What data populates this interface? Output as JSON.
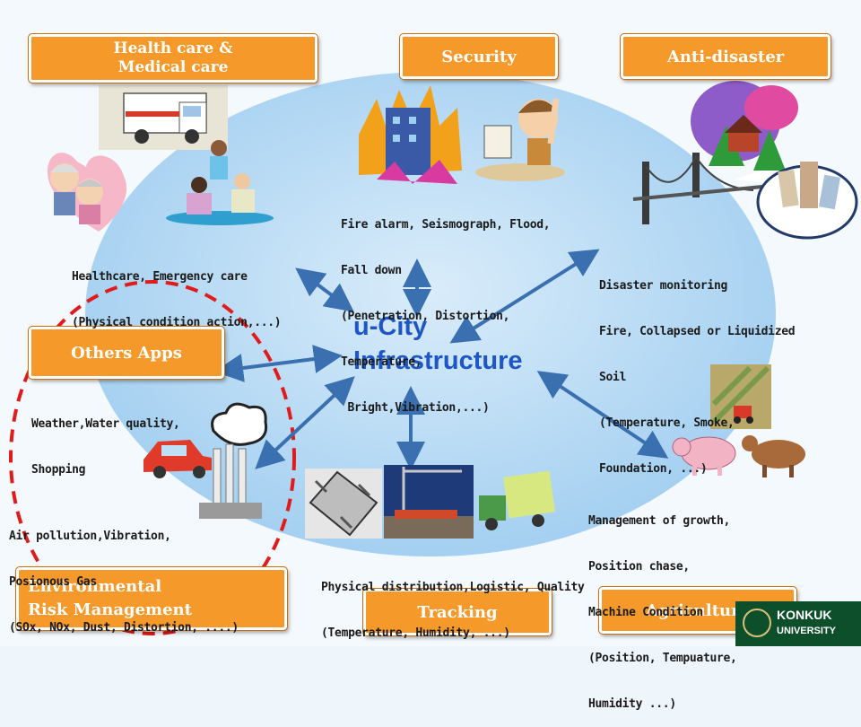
{
  "center": {
    "line1": "u-City",
    "line2": "Infrastructure"
  },
  "categories": {
    "health": [
      "Health care &",
      "Medical care"
    ],
    "security": "Security",
    "anti_disaster": "Anti-disaster",
    "others": "Others Apps",
    "environment": [
      "Environmental",
      "Risk Management"
    ],
    "tracking": "Tracking",
    "agriculture": "Agriculture"
  },
  "captions": {
    "health": [
      "Healthcare, Emergency care",
      "(Physical condition action,...)"
    ],
    "security": [
      "Fire alarm, Seismograph, Flood,",
      "Fall down",
      "(Penetration, Distortion,",
      "Temperature,",
      " Bright,Vibration,...)"
    ],
    "disaster": [
      "Disaster monitoring",
      "Fire, Collapsed or Liquidized",
      "Soil",
      "(Temperature, Smoke,",
      "Foundation, ...)"
    ],
    "others": [
      "Weather,Water quality,",
      "Shopping"
    ],
    "environment": [
      "Air pollution,Vibration,",
      "Posionous Gas",
      "(SOx, NOx, Dust, Distortion, ....)"
    ],
    "tracking": [
      "Physical distribution,Logistic, Quality",
      "(Temperature, Humidity, ...)"
    ],
    "agriculture": [
      "Management of growth,",
      "Position chase,",
      "Machine Condition",
      "(Position, Tempuature,",
      "Humidity ...)"
    ]
  },
  "logo": {
    "line1": "KONKUK",
    "line2": "UNIVERSITY"
  },
  "colors": {
    "box": "#f59a2a",
    "ellipse": "#b9dcf5",
    "arrow": "#3a6fb0",
    "dashed_circle": "#e01b1b",
    "center_text": "#1f56c6"
  },
  "icons": [
    "ambulance-icon",
    "elderly-couple-icon",
    "yoga-people-icon",
    "burning-building-icon",
    "waving-boy-icon",
    "bridge-icon",
    "forest-house-icon",
    "collapsed-buildings-icon",
    "car-icon",
    "factory-smoke-icon",
    "logistics-map-icon",
    "cargo-port-icon",
    "truck-icon",
    "farm-tractor-icon",
    "pig-icon",
    "cow-icon"
  ]
}
